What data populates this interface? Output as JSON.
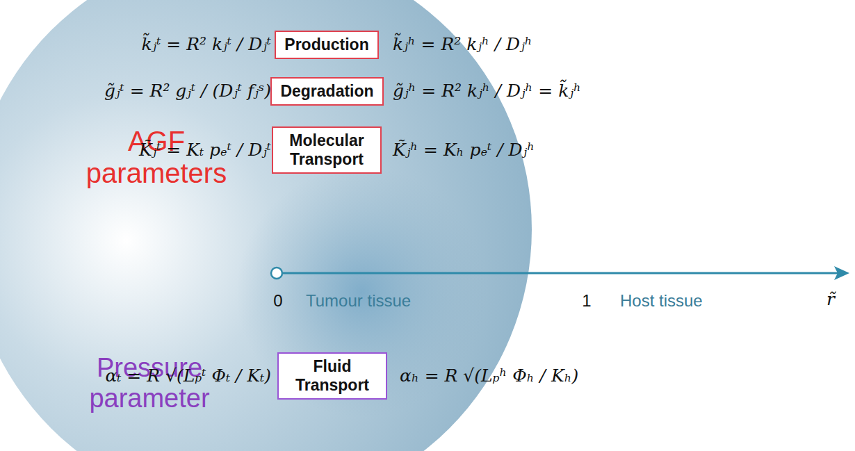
{
  "diagram": {
    "nodes": [
      {
        "text": [
          "Production"
        ]
      },
      {
        "text": [
          "Degradation"
        ]
      },
      {
        "text": [
          "Molecular Transport"
        ]
      },
      {
        "text": [
          "Fluid Transport"
        ]
      }
    ],
    "labels": [
      "k̃ⱼᵗ = R² kⱼᵗ / Dⱼᵗ",
      "k̃ⱼʰ = R² kⱼʰ / Dⱼʰ",
      "AGF parameters",
      "g̃ⱼᵗ = R² gⱼᵗ / (Dⱼᵗ fⱼˢ)",
      "g̃ⱼʰ = R² kⱼʰ / Dⱼʰ = k̃ⱼʰ",
      "K̃ⱼᵗ = Kₜ pₑᵗ / Dⱼᵗ",
      "K̃ⱼʰ = Kₕ pₑᵗ / Dⱼʰ",
      "0",
      "Tumour tissue",
      "1",
      "Host tissue",
      "r̃",
      "Pressure parameter",
      "αₜ = R √(Lₚᵗ Φₜ / Kₜ)",
      "αₕ = R √(Lₚʰ Φₕ / Kₕ)"
    ]
  }
}
